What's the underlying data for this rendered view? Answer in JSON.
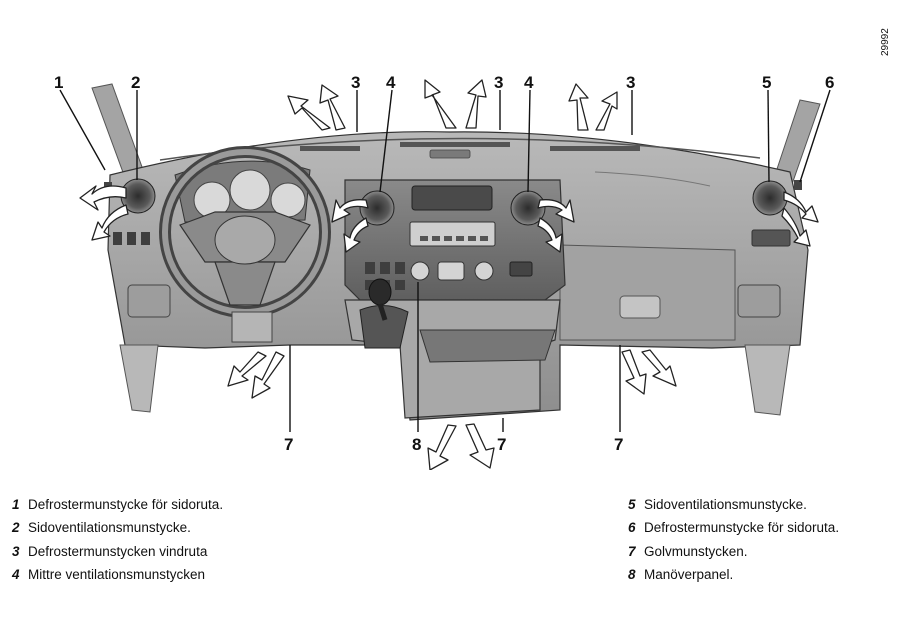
{
  "figure_id": "29992",
  "callouts": {
    "c1": "1",
    "c2": "2",
    "c3a": "3",
    "c3b": "3",
    "c3c": "3",
    "c4a": "4",
    "c4b": "4",
    "c5": "5",
    "c6": "6",
    "c7a": "7",
    "c7b": "7",
    "c7c": "7",
    "c8": "8"
  },
  "legend_left": [
    {
      "num": "1",
      "text": "Defrostermunstycke för sidoruta."
    },
    {
      "num": "2",
      "text": "Sidoventilationsmunstycke."
    },
    {
      "num": "3",
      "text": "Defrostermunstycken vindruta"
    },
    {
      "num": "4",
      "text": "Mittre ventilationsmunstycken"
    }
  ],
  "legend_right": [
    {
      "num": "5",
      "text": "Sidoventilationsmunstycke."
    },
    {
      "num": "6",
      "text": "Defrostermunstycke för sidoruta."
    },
    {
      "num": "7",
      "text": "Golvmunstycken."
    },
    {
      "num": "8",
      "text": "Manöverpanel."
    }
  ],
  "colors": {
    "dash": "#9a9a9a",
    "dash_dark": "#6f6f6f",
    "dash_light": "#b8b8b8",
    "outline": "#222222"
  }
}
